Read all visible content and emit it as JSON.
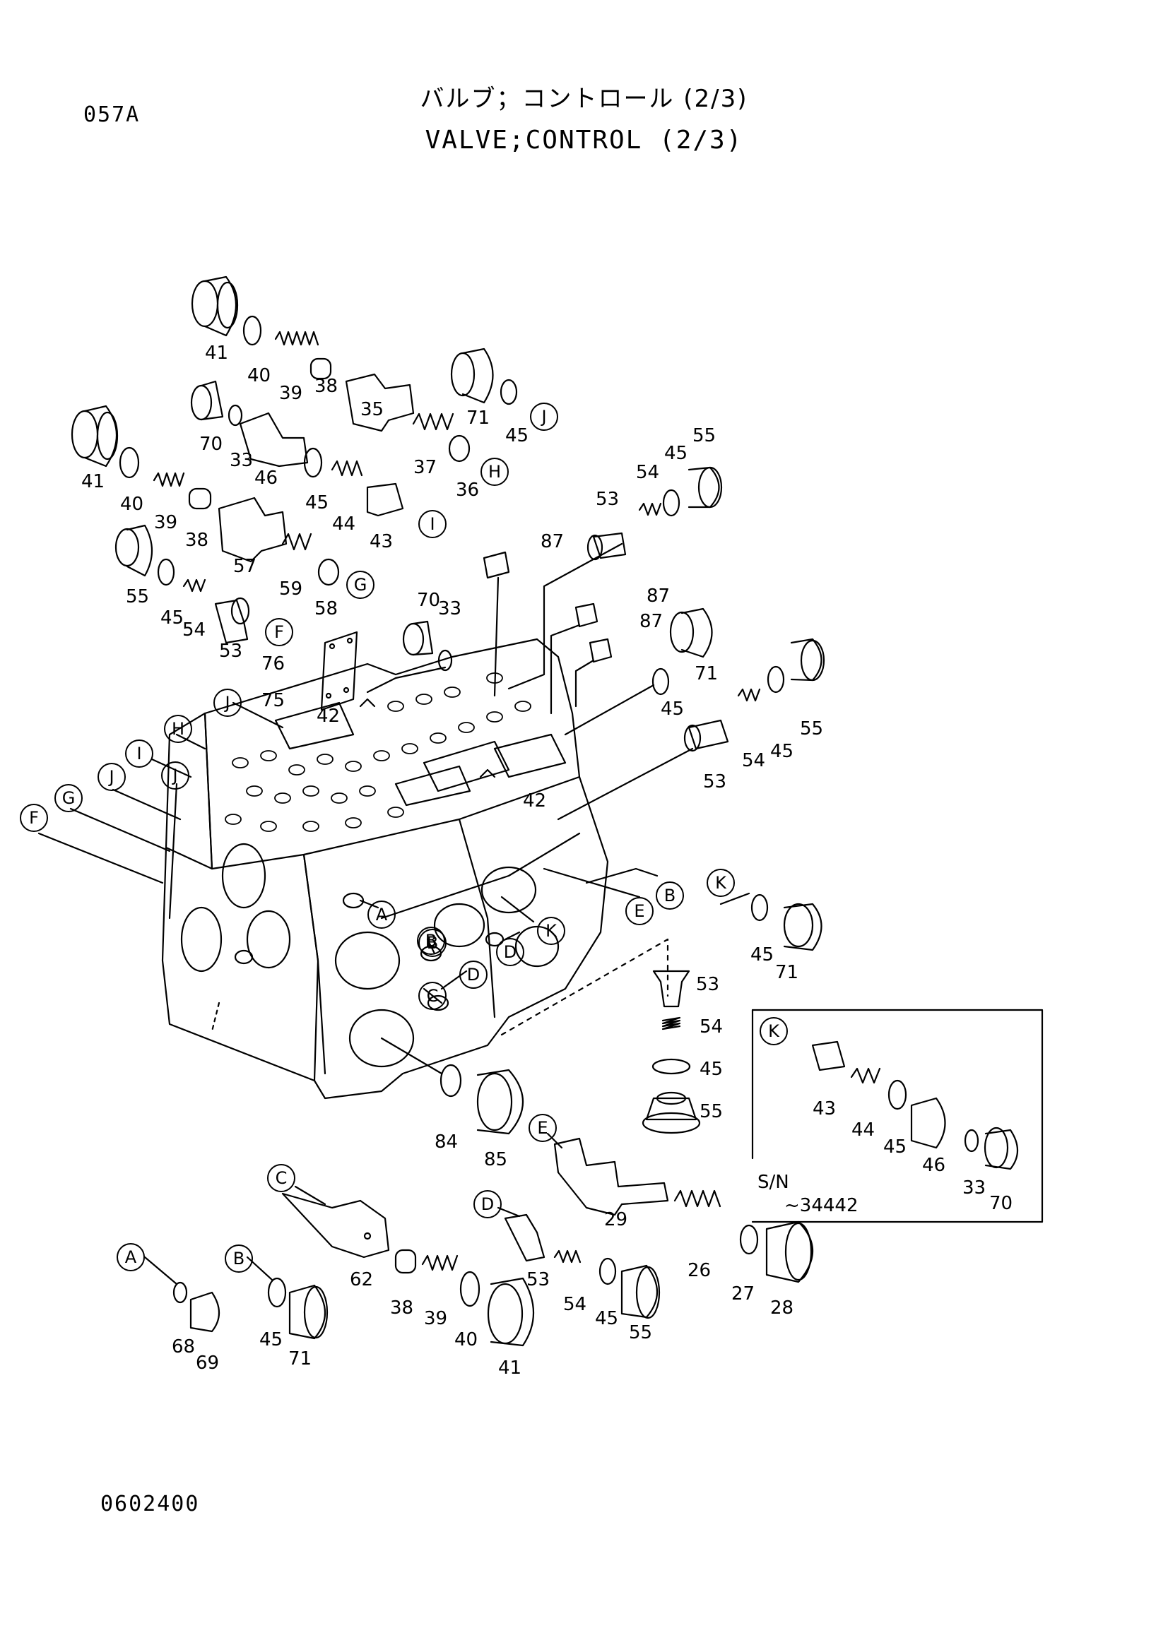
{
  "header": {
    "code": "057A",
    "title_jp": "バルブ；コントロール (2/3)",
    "title_en": "VALVE;CONTROL (2/3)"
  },
  "footer": {
    "drawing_number": "0602400"
  },
  "parts": [
    {
      "n": "41"
    },
    {
      "n": "40"
    },
    {
      "n": "39"
    },
    {
      "n": "38"
    },
    {
      "n": "35"
    },
    {
      "n": "37"
    },
    {
      "n": "71"
    },
    {
      "n": "45"
    },
    {
      "n": "36"
    },
    {
      "n": "70"
    },
    {
      "n": "33"
    },
    {
      "n": "46"
    },
    {
      "n": "45"
    },
    {
      "n": "44"
    },
    {
      "n": "43"
    },
    {
      "n": "41"
    },
    {
      "n": "40"
    },
    {
      "n": "39"
    },
    {
      "n": "38"
    },
    {
      "n": "57"
    },
    {
      "n": "59"
    },
    {
      "n": "58"
    },
    {
      "n": "55"
    },
    {
      "n": "45"
    },
    {
      "n": "54"
    },
    {
      "n": "53"
    },
    {
      "n": "53"
    },
    {
      "n": "54"
    },
    {
      "n": "45"
    },
    {
      "n": "55"
    },
    {
      "n": "87"
    },
    {
      "n": "87"
    },
    {
      "n": "87"
    },
    {
      "n": "70"
    },
    {
      "n": "33"
    },
    {
      "n": "76"
    },
    {
      "n": "75"
    },
    {
      "n": "71"
    },
    {
      "n": "45"
    },
    {
      "n": "42"
    },
    {
      "n": "42"
    },
    {
      "n": "53"
    },
    {
      "n": "54"
    },
    {
      "n": "45"
    },
    {
      "n": "55"
    },
    {
      "n": "45"
    },
    {
      "n": "71"
    },
    {
      "n": "53"
    },
    {
      "n": "54"
    },
    {
      "n": "45"
    },
    {
      "n": "55"
    },
    {
      "n": "43"
    },
    {
      "n": "44"
    },
    {
      "n": "45"
    },
    {
      "n": "46"
    },
    {
      "n": "33"
    },
    {
      "n": "70"
    },
    {
      "n": "84"
    },
    {
      "n": "85"
    },
    {
      "n": "29"
    },
    {
      "n": "26"
    },
    {
      "n": "27"
    },
    {
      "n": "28"
    },
    {
      "n": "62"
    },
    {
      "n": "38"
    },
    {
      "n": "39"
    },
    {
      "n": "40"
    },
    {
      "n": "41"
    },
    {
      "n": "53"
    },
    {
      "n": "54"
    },
    {
      "n": "45"
    },
    {
      "n": "55"
    },
    {
      "n": "68"
    },
    {
      "n": "69"
    },
    {
      "n": "45"
    },
    {
      "n": "71"
    }
  ],
  "refs": [
    {
      "l": "J"
    },
    {
      "l": "H"
    },
    {
      "l": "I"
    },
    {
      "l": "G"
    },
    {
      "l": "F"
    },
    {
      "l": "J"
    },
    {
      "l": "H"
    },
    {
      "l": "I"
    },
    {
      "l": "J"
    },
    {
      "l": "J"
    },
    {
      "l": "G"
    },
    {
      "l": "F"
    },
    {
      "l": "A"
    },
    {
      "l": "B"
    },
    {
      "l": "D"
    },
    {
      "l": "K"
    },
    {
      "l": "B"
    },
    {
      "l": "D"
    },
    {
      "l": "C"
    },
    {
      "l": "E"
    },
    {
      "l": "B"
    },
    {
      "l": "K"
    },
    {
      "l": "K"
    },
    {
      "l": "E"
    },
    {
      "l": "C"
    },
    {
      "l": "D"
    },
    {
      "l": "A"
    },
    {
      "l": "B"
    }
  ],
  "sn_box": {
    "label": "S/N",
    "range": "~34442"
  }
}
